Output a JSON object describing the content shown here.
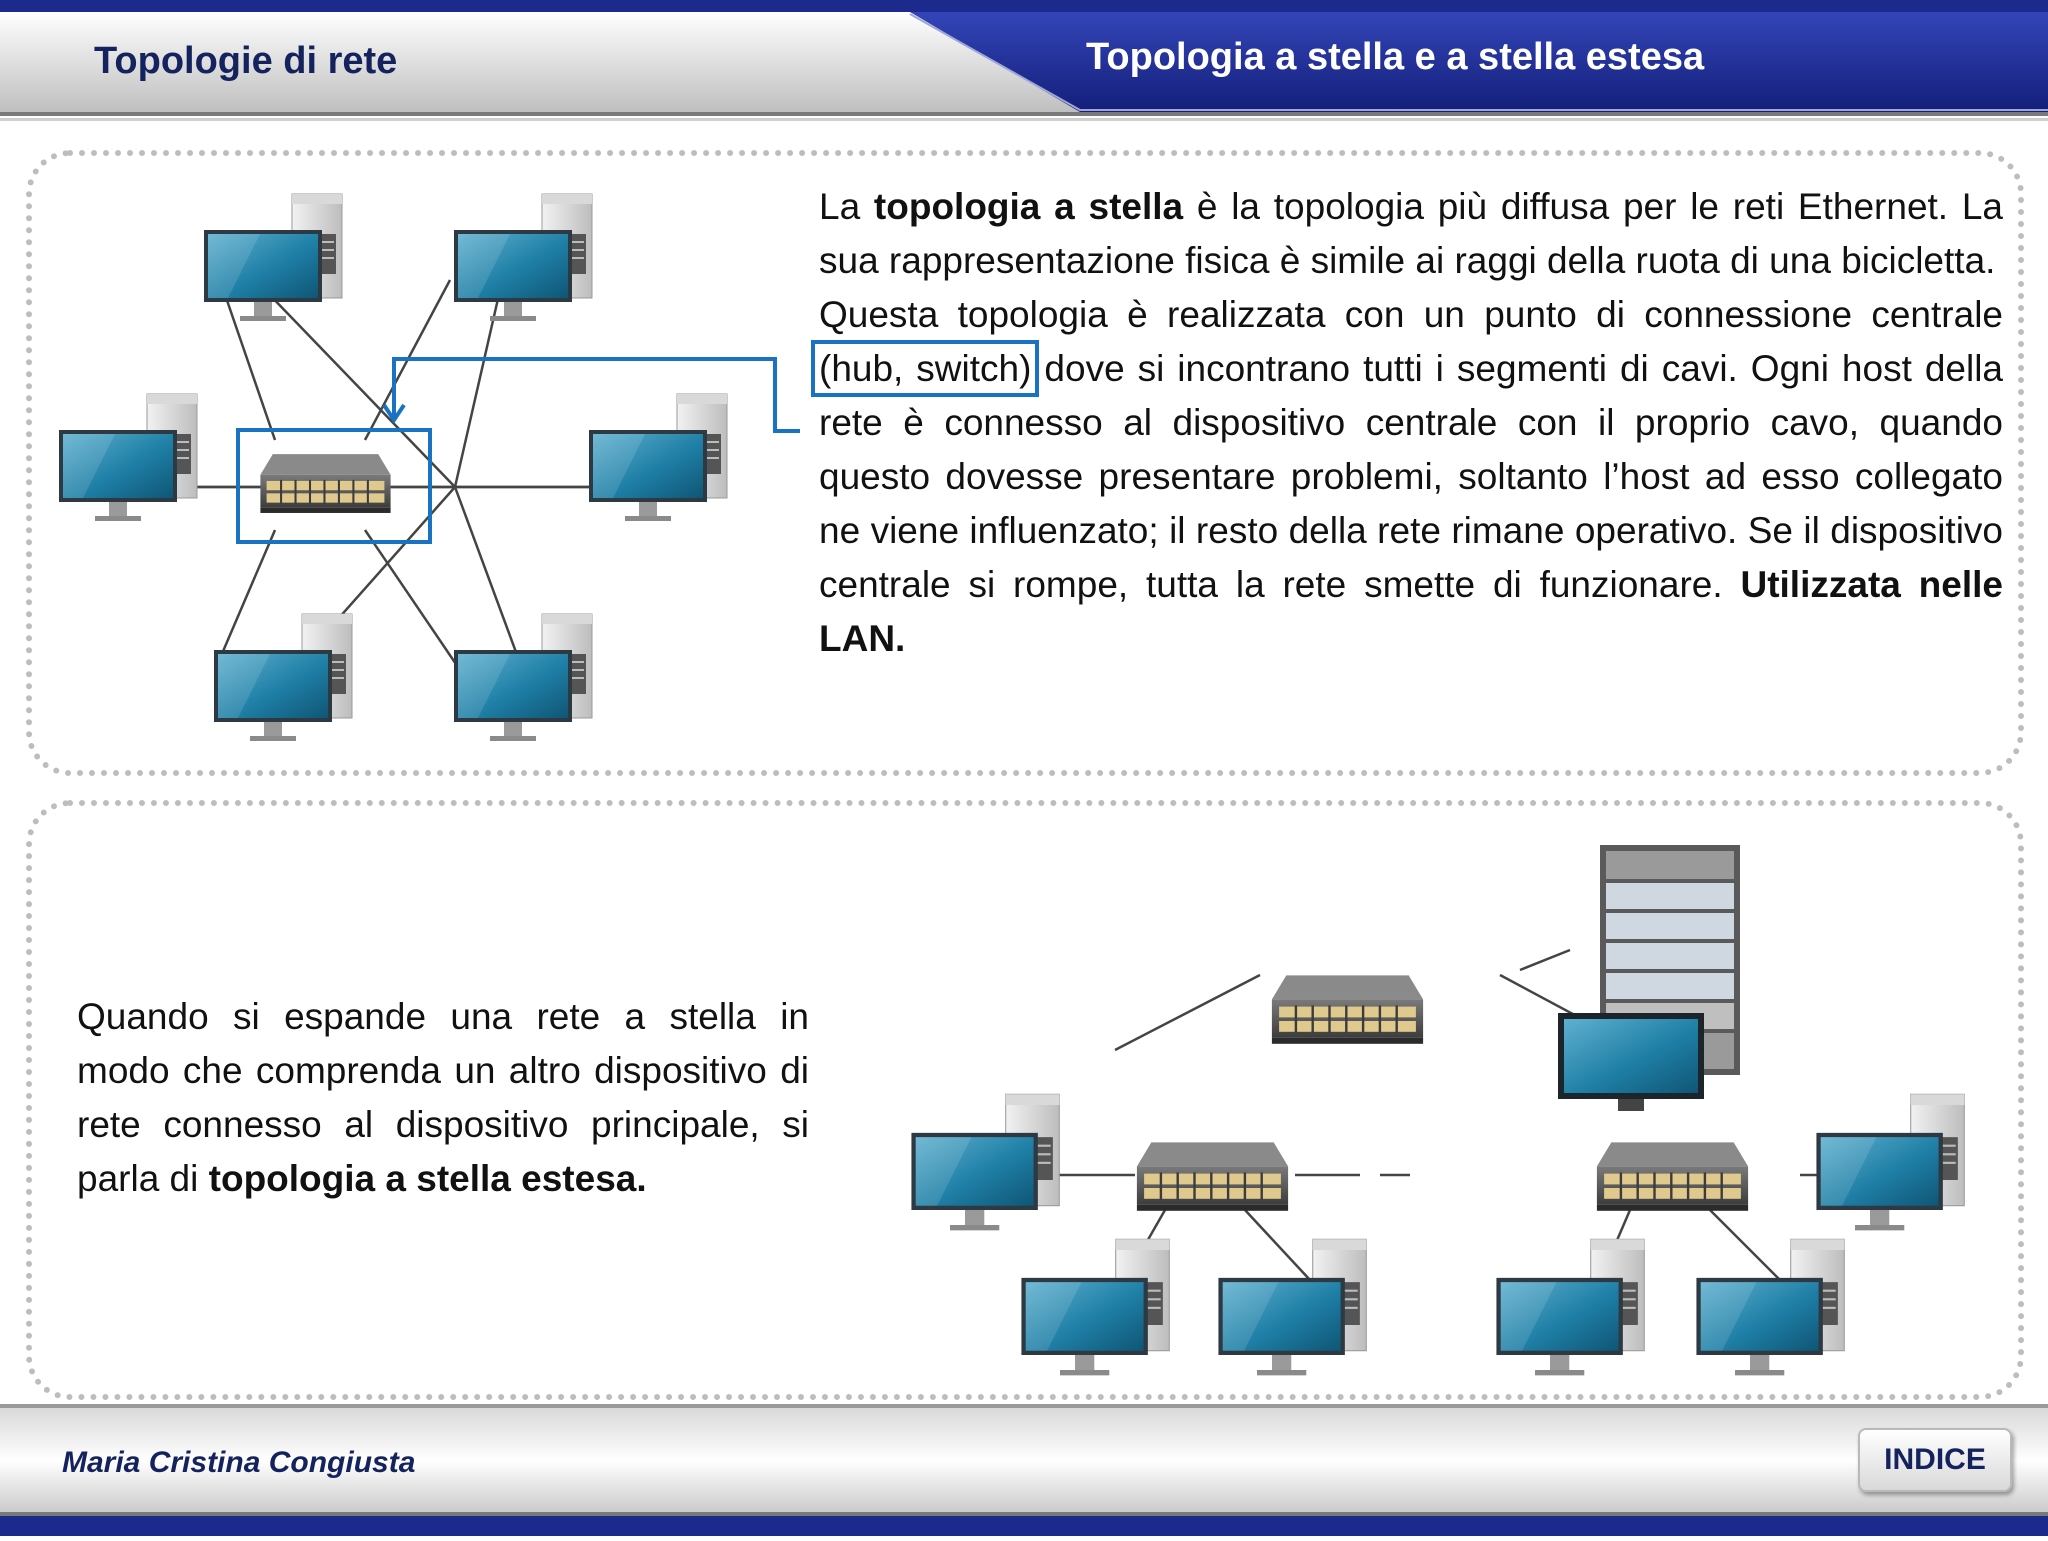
{
  "header": {
    "section_title": "Topologie di rete",
    "slide_title": "Topologia a stella e a stella estesa"
  },
  "top_panel": {
    "p1_a": "La ",
    "p1_b": "topologia a stella",
    "p1_c": " è la topologia più diffusa per le reti Ethernet. La sua rappresentazione fisica è simile ai raggi della ruota di una bicicletta.",
    "p2_a": "Questa topologia è realizzata con un punto di connessione centrale ",
    "p2_highlight": "(hub, switch)",
    "p2_b": " dove si incontrano tutti i segmenti di cavi. Ogni host della rete è connesso al dispositivo centrale con il proprio cavo, quando questo dovesse presentare problemi, soltanto l’host ad esso collegato ne viene influenzato; il resto della rete rimane operativo. Se il dispositivo centrale si rompe, tutta la rete smette di funzionare. ",
    "p2_bold": "Utilizzata nelle LAN."
  },
  "bottom_panel": {
    "p_a": "Quando si espande una rete a stella in modo che comprenda un altro dispositivo di rete connesso al dispositivo principale, si parla di ",
    "p_bold": "topologia a stella estesa."
  },
  "footer": {
    "author": "Maria Cristina Congiusta",
    "index_label": "INDICE"
  },
  "colors": {
    "header_blue": "#1c2a8e",
    "title_navy": "#14235e",
    "highlight_blue": "#1a73c2",
    "screen_blue": "#1f7fa6"
  }
}
